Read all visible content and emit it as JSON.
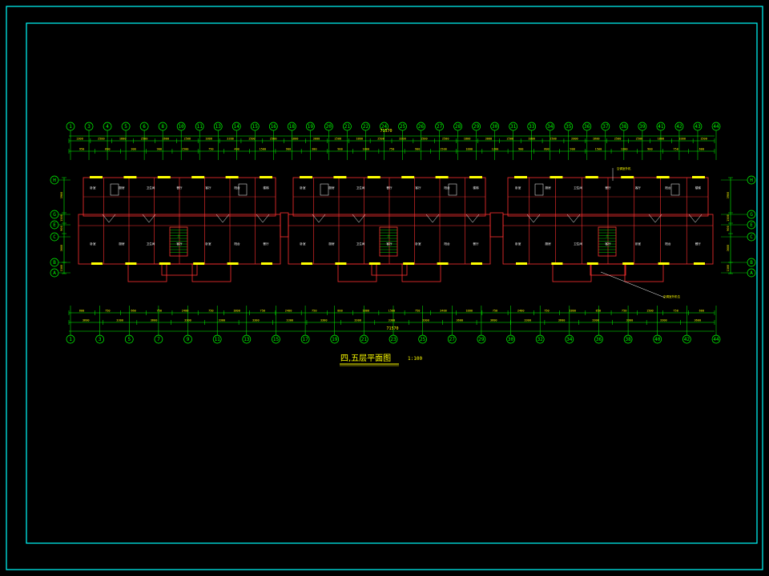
{
  "drawing": {
    "title": "四,五层平面图",
    "scale": "1:100",
    "overall_dimension": "71570",
    "overall_dimension_bottom": "71570"
  },
  "axes": {
    "top": [
      "1",
      "3",
      "4",
      "5",
      "6",
      "8",
      "10",
      "11",
      "13",
      "14",
      "15",
      "16",
      "18",
      "19",
      "20",
      "21",
      "22",
      "24",
      "25",
      "26",
      "27",
      "28",
      "29",
      "30",
      "31",
      "33",
      "34",
      "35",
      "36",
      "37",
      "38",
      "39",
      "41",
      "42",
      "43",
      "44"
    ],
    "bottom": [
      "1",
      "3",
      "5",
      "7",
      "9",
      "11",
      "13",
      "15",
      "17",
      "19",
      "21",
      "23",
      "25",
      "27",
      "29",
      "30",
      "32",
      "34",
      "36",
      "38",
      "40",
      "42",
      "44"
    ],
    "left": [
      "H",
      "G",
      "E",
      "C",
      "B",
      "A"
    ],
    "right": [
      "H",
      "G",
      "E",
      "C",
      "B",
      "A"
    ]
  },
  "dims": {
    "top_row1": [
      "1300",
      "2500",
      "1800",
      "2500",
      "2600",
      "2500",
      "1800",
      "3200",
      "1500",
      "2500",
      "1800",
      "3000",
      "2500",
      "1800",
      "2500",
      "3200",
      "1500",
      "2500",
      "1800",
      "3000",
      "2500",
      "1800",
      "2500",
      "2000",
      "1600",
      "2500",
      "2500",
      "1800",
      "3300",
      "1500"
    ],
    "top_row2": [
      "950",
      "600",
      "300",
      "900",
      "1500",
      "750",
      "400",
      "1500",
      "900",
      "300",
      "900",
      "1800",
      "750",
      "900",
      "1500",
      "1800",
      "1200",
      "900",
      "600",
      "900",
      "1500",
      "1200",
      "900",
      "750",
      "600"
    ],
    "bottom_row1": [
      "600",
      "750",
      "660",
      "750",
      "2400",
      "750",
      "1800",
      "750",
      "2400",
      "750",
      "800",
      "1800",
      "1500",
      "750",
      "3400",
      "1800",
      "750",
      "2400",
      "750",
      "1800",
      "850",
      "750",
      "1500",
      "750",
      "600"
    ],
    "bottom_row2": [
      "3600",
      "3300",
      "3600",
      "3300",
      "3300",
      "3300",
      "3300",
      "3300",
      "3300",
      "3300",
      "3300",
      "3600",
      "3600",
      "3300",
      "3600",
      "3300",
      "3300",
      "3300",
      "3600"
    ],
    "left": [
      "3900",
      "1500",
      "900",
      "3600",
      "1500"
    ],
    "right": [
      "3900",
      "1500",
      "900",
      "3600",
      "1500"
    ]
  },
  "rooms": {
    "labels": [
      "卧室",
      "厨房",
      "卫生间",
      "餐厅",
      "客厅",
      "阳台",
      "楼梯",
      "卧室",
      "厨房",
      "卫生间",
      "客厅",
      "卧室",
      "阳台",
      "餐厅"
    ],
    "annotation_top": "空调室外机",
    "annotation_right": "空调室外机位",
    "stair_note": "上"
  },
  "colors": {
    "frame": "#00ffff",
    "wall": "#ff3030",
    "dim_line": "#00ff00",
    "axis": "#00ff00",
    "text": "#ffff00",
    "window": "#ffff00",
    "room_text": "#ffffff",
    "green_text": "#00ff00"
  }
}
